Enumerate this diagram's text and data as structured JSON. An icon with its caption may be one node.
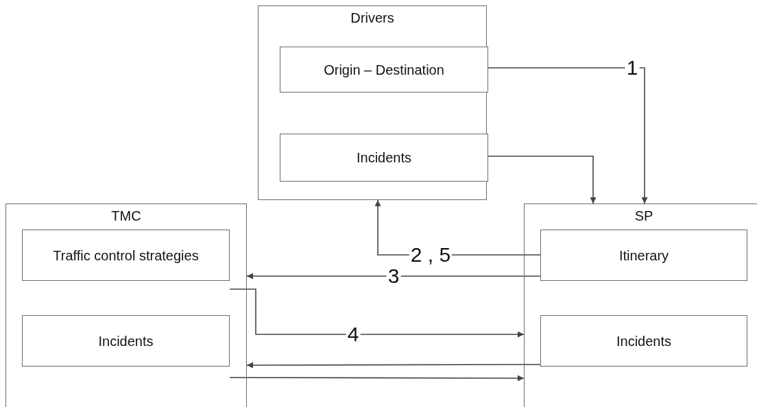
{
  "diagram": {
    "nodes": [
      {
        "text": [
          "Drivers"
        ]
      },
      {
        "text": [
          "Origin – Destination"
        ],
        "in": 0
      },
      {
        "text": [
          "Incidents"
        ],
        "in": 0
      },
      {
        "text": [
          "TMC"
        ]
      },
      {
        "text": [
          "Traffic control strategies"
        ],
        "in": 3
      },
      {
        "text": [
          "Incidents"
        ],
        "in": 3
      },
      {
        "text": [
          "SP"
        ]
      },
      {
        "text": [
          "Itinerary"
        ],
        "in": 6
      },
      {
        "text": [
          "Incidents"
        ],
        "in": 6
      }
    ],
    "edges": [
      {
        "from": 1,
        "to": 6,
        "arrow": "to",
        "label": "1"
      },
      {
        "from": 2,
        "to": 6,
        "arrow": "to"
      },
      {
        "from": 7,
        "to": 0,
        "arrow": "to",
        "label": "2 , 5"
      },
      {
        "from": 7,
        "to": 3,
        "arrow": "to",
        "label": "3"
      },
      {
        "from": 4,
        "to": 6,
        "arrow": "to",
        "label": "4"
      },
      {
        "from": 8,
        "to": 3,
        "arrow": "to"
      },
      {
        "from": 5,
        "to": 6,
        "arrow": "to"
      }
    ]
  }
}
